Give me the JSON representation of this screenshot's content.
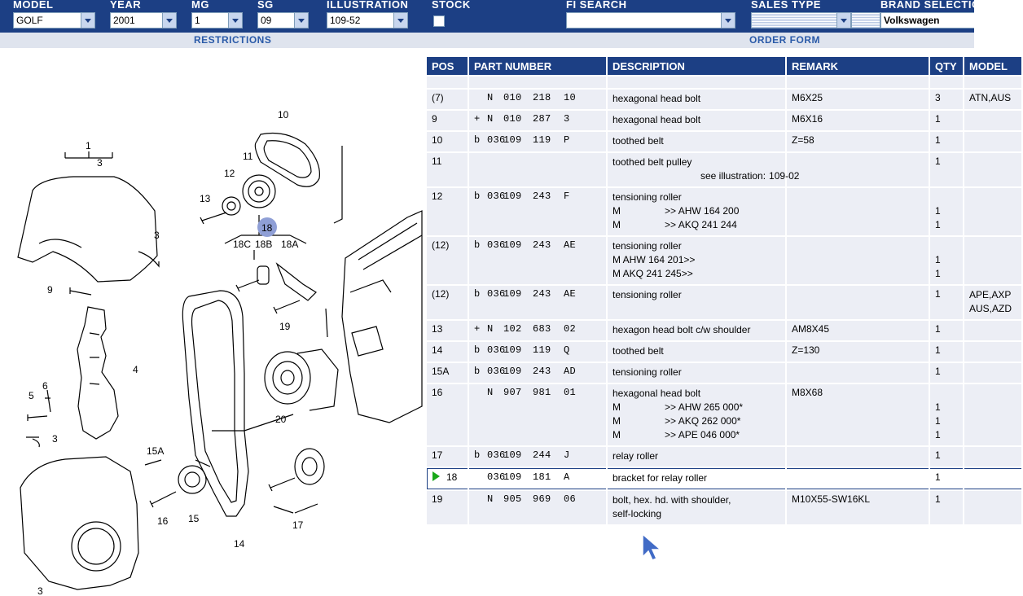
{
  "filters": {
    "model": {
      "label": "MODEL",
      "value": "GOLF"
    },
    "year": {
      "label": "YEAR",
      "value": "2001"
    },
    "mg": {
      "label": "MG",
      "value": "1"
    },
    "sg": {
      "label": "SG",
      "value": "09"
    },
    "illustration": {
      "label": "ILLUSTRATION",
      "value": "109-52"
    },
    "stock": {
      "label": "STOCK"
    },
    "fi_search": {
      "label": "FI SEARCH",
      "value": ""
    },
    "sales_type": {
      "label": "SALES TYPE",
      "value": ""
    },
    "brand": {
      "label": "BRAND SELECTIO",
      "value": "Volkswagen"
    }
  },
  "sections": {
    "restrictions": "RESTRICTIONS",
    "order_form": "ORDER FORM"
  },
  "colors": {
    "header_bg": "#1c3f84",
    "row_bg": "#eceef5",
    "selected_marker": "#1aa81a",
    "callout_highlight": "#8f9fd6"
  },
  "illustration": {
    "callouts": [
      "10",
      "11",
      "12",
      "13",
      "18",
      "18C",
      "18B",
      "18A",
      "19",
      "20",
      "1",
      "3",
      "3",
      "9",
      "6",
      "4",
      "5",
      "3",
      "15A",
      "16",
      "15",
      "14",
      "17",
      "3"
    ],
    "highlighted": "18"
  },
  "parts": {
    "headers": [
      "POS",
      "PART NUMBER",
      "DESCRIPTION",
      "REMARK",
      "QTY",
      "MODEL"
    ],
    "rows": [
      {
        "pos": "(7)",
        "prefix": "",
        "n": "N",
        "g1": "010",
        "g2": "218",
        "g3": "10",
        "desc": "hexagonal head bolt",
        "remark": "M6X25",
        "qty": "3",
        "model": "ATN,AUS"
      },
      {
        "pos": "9",
        "prefix": "+",
        "n": "N",
        "g1": "010",
        "g2": "287",
        "g3": "3",
        "desc": "hexagonal head bolt",
        "remark": "M6X16",
        "qty": "1",
        "model": ""
      },
      {
        "pos": "10",
        "prefix": "b",
        "n": "036",
        "g1": "109",
        "g2": "119",
        "g3": "P",
        "desc": "toothed belt",
        "remark": "Z=58",
        "qty": "1",
        "model": ""
      },
      {
        "pos": "11",
        "prefix": "",
        "n": "",
        "g1": "",
        "g2": "",
        "g3": "",
        "desc": "toothed belt pulley",
        "see_label": "see illustration:",
        "see_value": "109-02",
        "remark": "",
        "qty": "1",
        "model": ""
      },
      {
        "pos": "12",
        "prefix": "b",
        "n": "036",
        "g1": "109",
        "g2": "243",
        "g3": "F",
        "desc": "tensioning roller",
        "sub": [
          {
            "m": "M",
            "t": ">> AHW  164 200"
          },
          {
            "m": "M",
            "t": ">> AKQ  241 244"
          }
        ],
        "remark": "",
        "qty_lines": [
          "",
          "1",
          "1"
        ],
        "model": ""
      },
      {
        "pos": "(12)",
        "prefix": "b",
        "n": "036",
        "g1": "109",
        "g2": "243",
        "g3": "AE",
        "desc": "tensioning roller",
        "lines": [
          "M AHW  164 201>>",
          "M AKQ  241 245>>"
        ],
        "remark": "",
        "qty_lines": [
          "",
          "1",
          "1"
        ],
        "model": ""
      },
      {
        "pos": "(12)",
        "prefix": "b",
        "n": "036",
        "g1": "109",
        "g2": "243",
        "g3": "AE",
        "desc": "tensioning roller",
        "remark": "",
        "qty": "1",
        "model_lines": [
          "APE,AXP",
          "AUS,AZD"
        ]
      },
      {
        "pos": "13",
        "prefix": "+",
        "n": "N",
        "g1": "102",
        "g2": "683",
        "g3": "02",
        "desc": "hexagon head bolt c/w shoulder",
        "remark": "AM8X45",
        "qty": "1",
        "model": ""
      },
      {
        "pos": "14",
        "prefix": "b",
        "n": "036",
        "g1": "109",
        "g2": "119",
        "g3": "Q",
        "desc": "toothed belt",
        "remark": "Z=130",
        "qty": "1",
        "model": ""
      },
      {
        "pos": "15A",
        "prefix": "b",
        "n": "036",
        "g1": "109",
        "g2": "243",
        "g3": "AD",
        "desc": "tensioning roller",
        "remark": "",
        "qty": "1",
        "model": ""
      },
      {
        "pos": "16",
        "prefix": "",
        "n": "N",
        "g1": "907",
        "g2": "981",
        "g3": "01",
        "desc": "hexagonal head bolt",
        "sub": [
          {
            "m": "M",
            "t": ">> AHW  265 000*"
          },
          {
            "m": "M",
            "t": ">> AKQ  262 000*"
          },
          {
            "m": "M",
            "t": ">> APE  046 000*"
          }
        ],
        "remark": "M8X68",
        "qty_lines": [
          "",
          "1",
          "1",
          "1"
        ],
        "model": ""
      },
      {
        "pos": "17",
        "prefix": "b",
        "n": "036",
        "g1": "109",
        "g2": "244",
        "g3": "J",
        "desc": "relay roller",
        "remark": "",
        "qty": "1",
        "model": ""
      },
      {
        "pos": "18",
        "prefix": "",
        "n": "036",
        "g1": "109",
        "g2": "181",
        "g3": "A",
        "desc": "bracket for relay roller",
        "remark": "",
        "qty": "1",
        "model": "",
        "selected": true
      },
      {
        "pos": "19",
        "prefix": "",
        "n": "N",
        "g1": "905",
        "g2": "969",
        "g3": "06",
        "desc": "bolt, hex. hd. with shoulder,",
        "desc2": "self-locking",
        "remark": "M10X55-SW16KL",
        "qty": "1",
        "model": ""
      }
    ]
  }
}
